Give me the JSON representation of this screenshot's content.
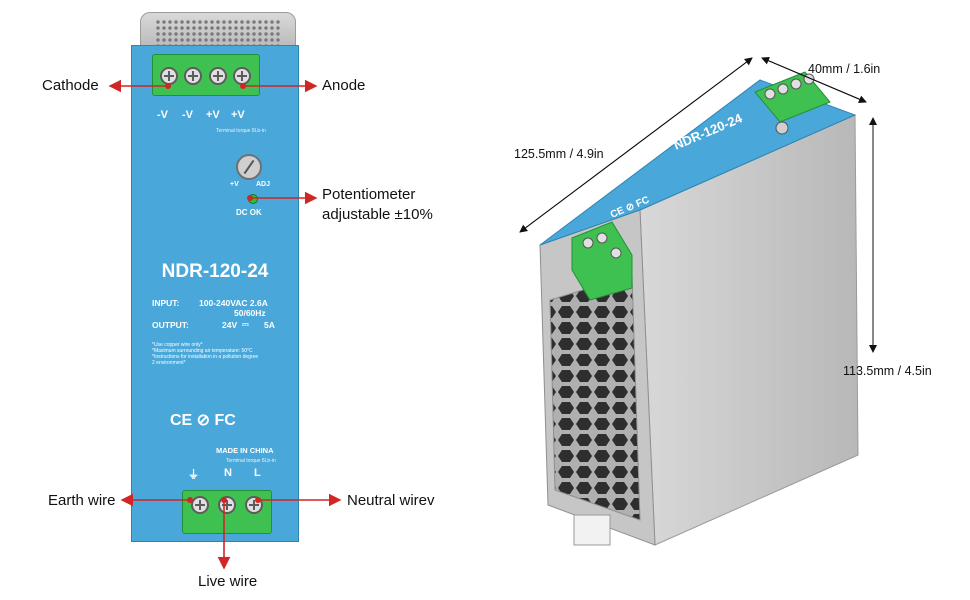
{
  "callouts": {
    "cathode": "Cathode",
    "anode": "Anode",
    "potentiometer_line1": "Potentiometer",
    "potentiometer_line2": "adjustable ±10%",
    "earth_wire": "Earth wire",
    "neutral_wire": "Neutral wirev",
    "live_wire": "Live wire"
  },
  "front_unit": {
    "output_pins": [
      "-V",
      "-V",
      "+V",
      "+V"
    ],
    "terminal_torque_note": "Terminal torque 8Lb-in",
    "adj_plus": "+V",
    "adj_label": "ADJ",
    "dc_ok": "DC OK",
    "model": "NDR-120-24",
    "input_label": "INPUT:",
    "input_value": "100-240VAC  2.6A",
    "input_freq": "50/60Hz",
    "output_label": "OUTPUT:",
    "output_voltage": "24V",
    "output_dc_symbol": "⎓",
    "output_current": "5A",
    "notes": [
      "*Use copper wire only*",
      "*Maximum surrounding air temperature: 50°C",
      "*Instructions for installation in a pollution degree",
      "2 environment*"
    ],
    "certifications": "CE  ⊘  FC",
    "made_in": "MADE IN CHINA",
    "input_torque_note": "Terminal torque 8Lb-in",
    "input_pins": [
      "⏚",
      "N",
      "L"
    ]
  },
  "dimensions": {
    "width": "40mm / 1.6in",
    "length": "125.5mm / 4.9in",
    "height": "113.5mm / 4.5in"
  },
  "colors": {
    "panel_blue": "#4aa7d9",
    "terminal_green": "#3fc152",
    "callout_red": "#d02626",
    "metal_gray": "#c9c9c9"
  }
}
